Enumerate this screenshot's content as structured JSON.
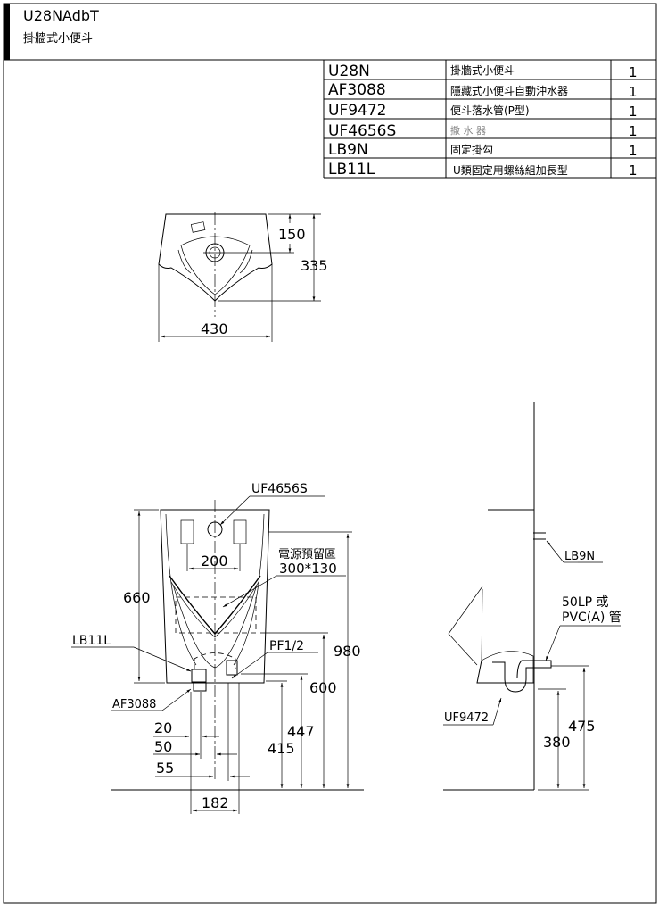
{
  "title_block": {
    "model": "U28NAdbT",
    "name": "掛牆式小便斗"
  },
  "parts_table": [
    {
      "code": "U28N",
      "description": "掛牆式小便斗",
      "qty": "1"
    },
    {
      "code": "AF3088",
      "description": "隱藏式小便斗自動沖水器",
      "qty": "1"
    },
    {
      "code": "UF9472",
      "description": "便斗落水管(P型)",
      "qty": "1"
    },
    {
      "code": "UF4656S",
      "description": "撒 水 器",
      "qty": "1"
    },
    {
      "code": "LB9N",
      "description": "固定掛勾",
      "qty": "1"
    },
    {
      "code": "LB11L",
      "description": "U類固定用螺絲組加長型",
      "qty": "1"
    }
  ],
  "top_view": {
    "dim_depth_to_outlet": "150",
    "dim_depth": "335",
    "dim_width": "430"
  },
  "front_view": {
    "label_spreader": "UF4656S",
    "dim_hook_spacing": "200",
    "label_power_zone": "電源預留區",
    "label_power_zone_size": "300*130",
    "dim_height": "660",
    "label_screws": "LB11L",
    "label_water_inlet": "PF1/2",
    "label_flusher": "AF3088",
    "dim_total_height": "980",
    "dim_bottom_height": "600",
    "dim_inlet_height": "447",
    "dim_flusher_height": "415",
    "dim_20": "20",
    "dim_50": "50",
    "dim_55": "55",
    "dim_182": "182"
  },
  "side_view": {
    "label_hook": "LB9N",
    "label_pipe_line1": "50LP 或",
    "label_pipe_line2": "PVC(A) 管",
    "label_trap": "UF9472",
    "dim_475": "475",
    "dim_380": "380"
  }
}
